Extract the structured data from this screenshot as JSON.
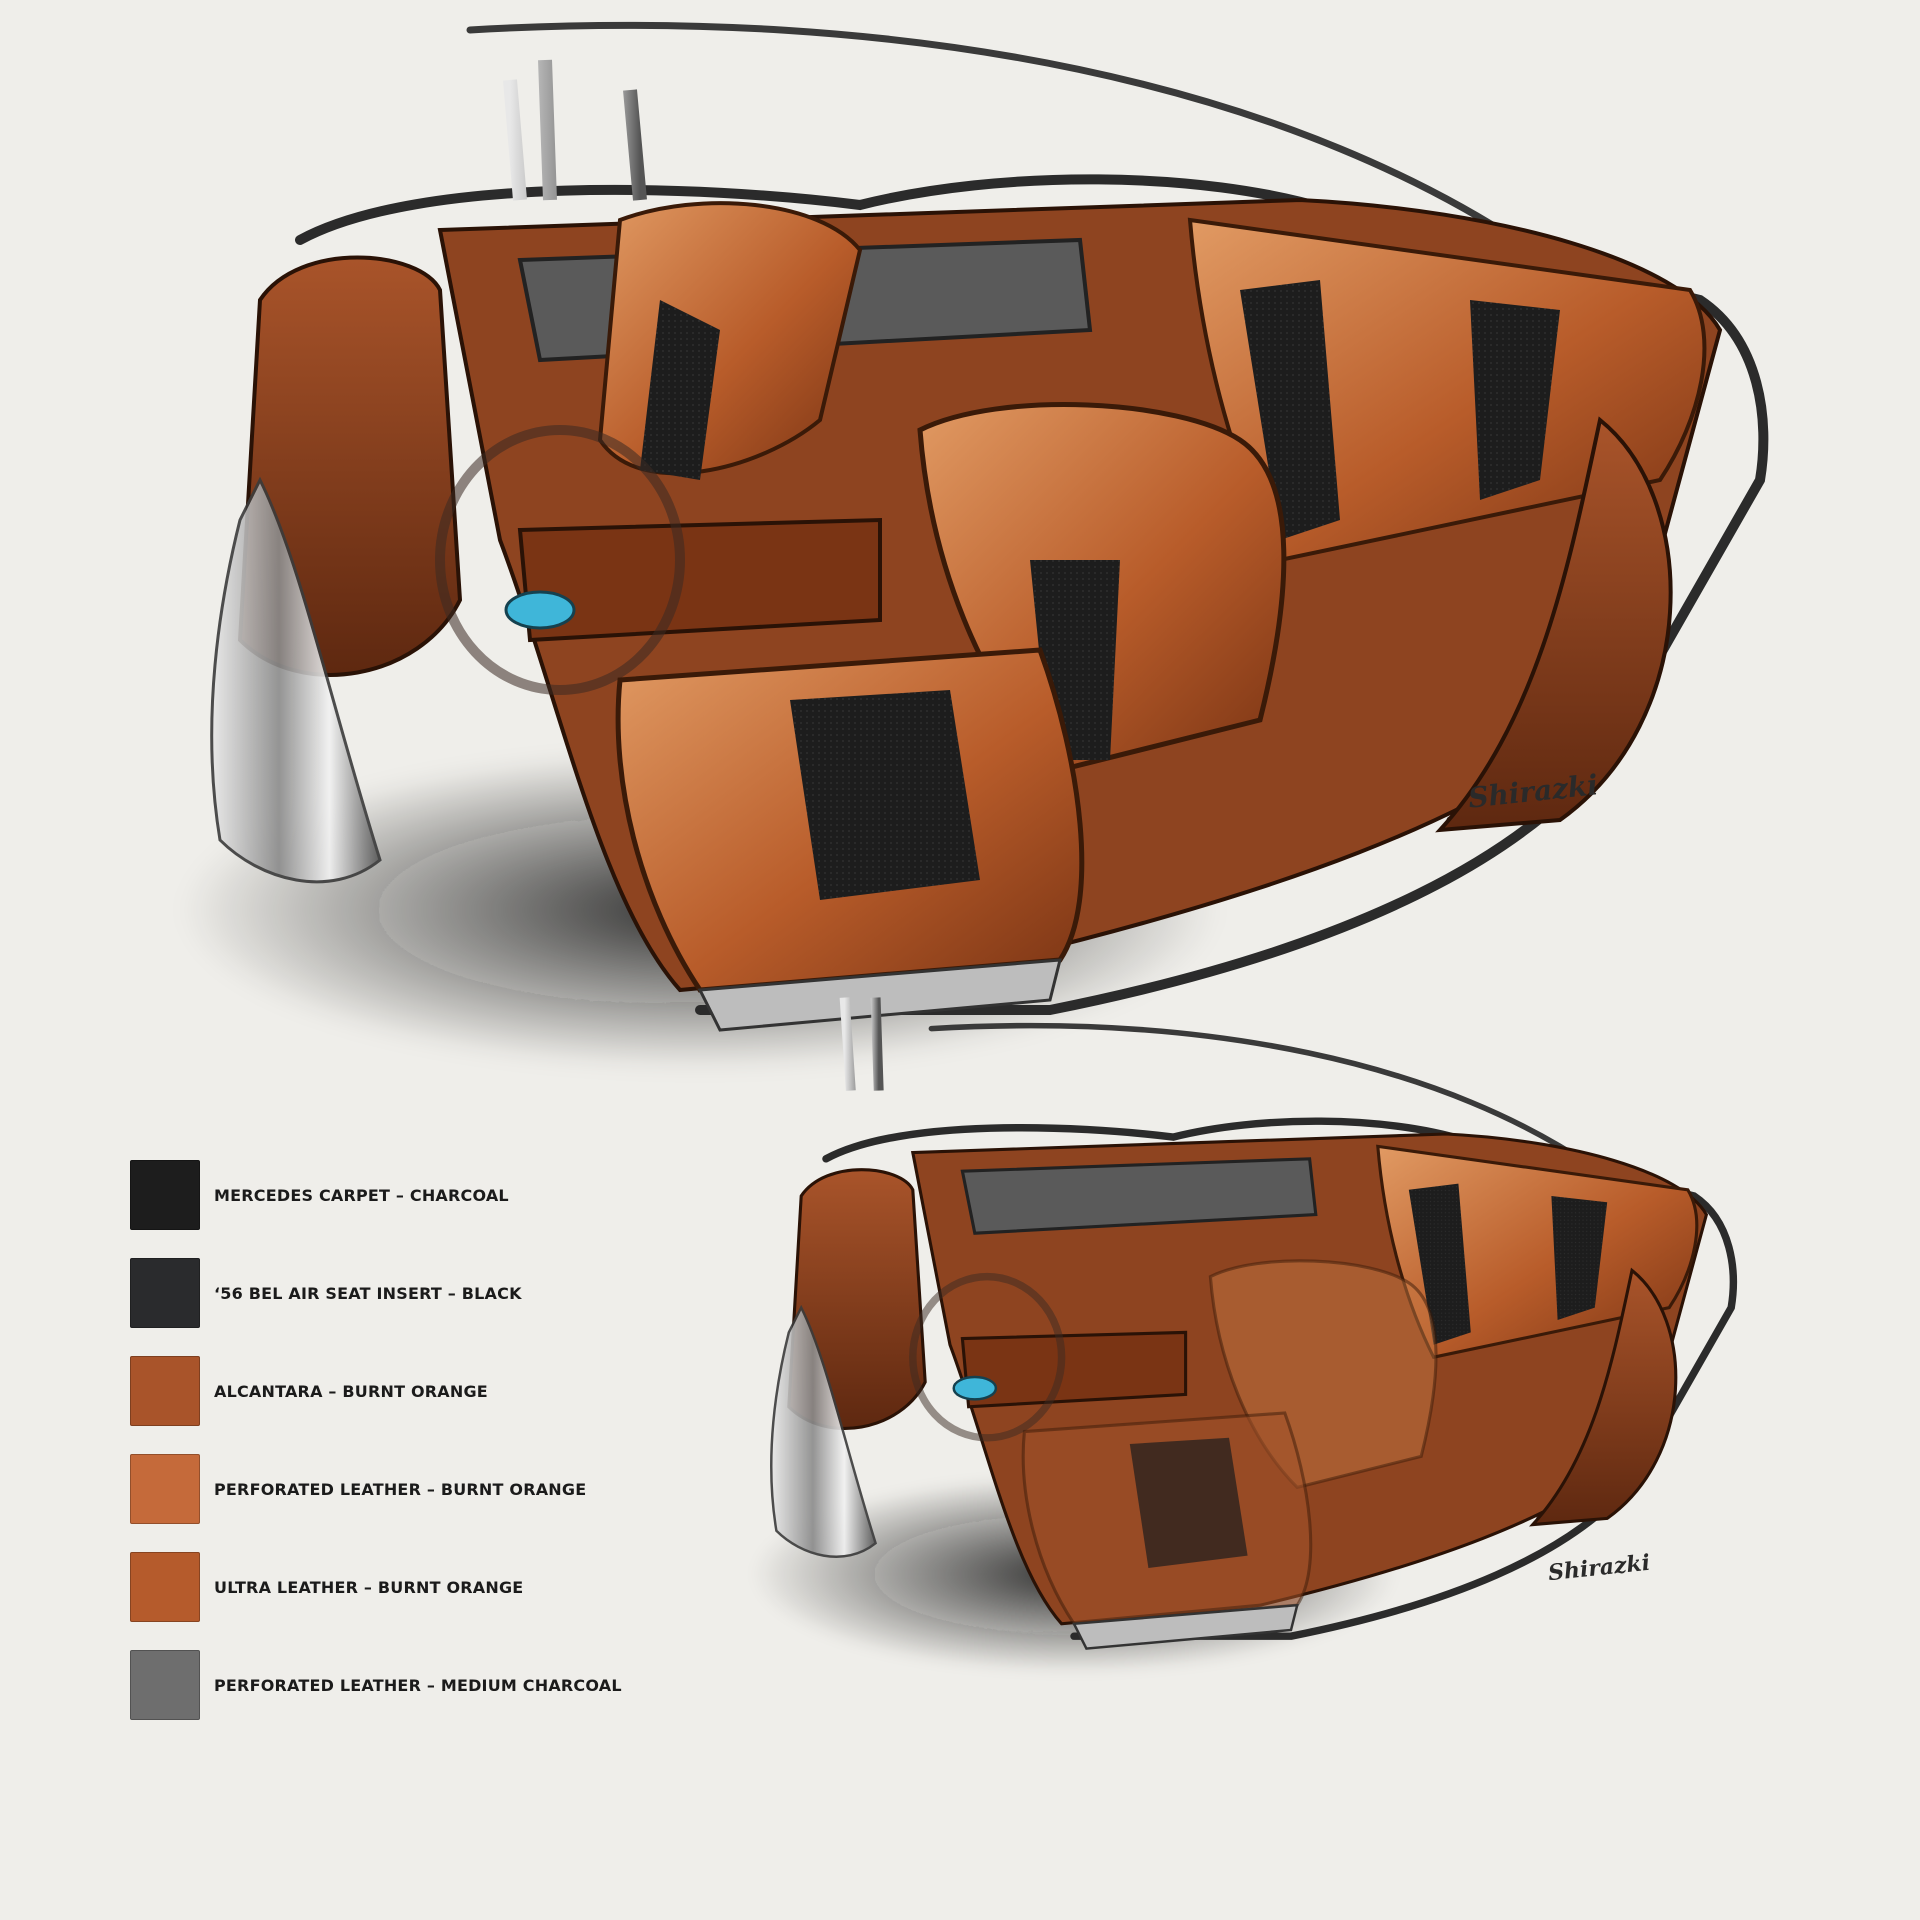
{
  "colors": {
    "background": "#efeeea",
    "burnt_orange": "#b45a28",
    "burnt_orange_light": "#d48a55",
    "charcoal": "#1c1c1c",
    "chrome": "#8c8c8c"
  },
  "legend": {
    "items": [
      {
        "label": "Mercedes Carpet – Charcoal",
        "swatch": "#1d1d1d"
      },
      {
        "label": "‘56 Bel Air Seat Insert – Black",
        "swatch": "#2a2b2d"
      },
      {
        "label": "Alcantara – Burnt Orange",
        "swatch": "#a9542a"
      },
      {
        "label": "Perforated Leather – Burnt Orange",
        "swatch": "#c56a3a"
      },
      {
        "label": "Ultra Leather – Burnt Orange",
        "swatch": "#b55b2c"
      },
      {
        "label": "Perforated Leather – Medium Charcoal",
        "swatch": "#6e6e6e"
      }
    ]
  },
  "signature": "Shirazki"
}
